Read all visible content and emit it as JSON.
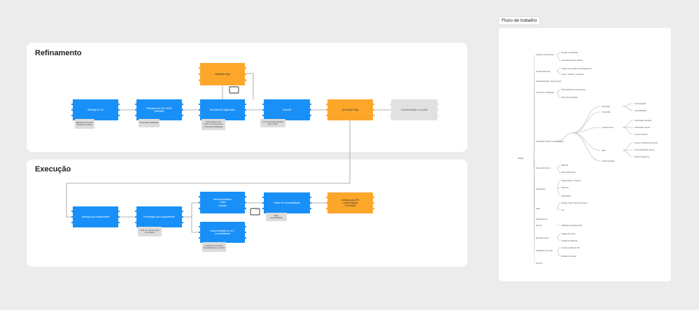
{
  "refinamento": {
    "title": "Refinamento",
    "nodes": {
      "backlog_ds": "Backlog do DS",
      "refinamento_ux": "Refinamento W/T DATA\n(Handoff)",
      "reuniao_diagnostico": "Reunião de Diagnóstico",
      "validacao": "Validação Figu",
      "handoff": "Handoff",
      "aprovacao": "Aprovação Figu",
      "documentacao_portal": "Documentação no portal"
    },
    "notes": {
      "n1": "Backlog de Produto\nBacklog do Dsign",
      "n2": "Priorização Validação",
      "n3": "Atribuição/Acordo\nLista de componentes\nPriorização/Validação",
      "n4": "Documentação Handoff\nFigu + DEV"
    }
  },
  "execucao": {
    "title": "Execução",
    "nodes": {
      "backlog_componentes": "Backlog dos componentes",
      "priorizacao": "Priorização dos componentes",
      "desenvolvimento": "Desenvolvimento\n• Web\n• Mobile",
      "documentacao_ux": "Documentação do UX /\nAcessibilidade",
      "testes": "Testes De Acessibilidade",
      "entrega": "Entrega para RH\n• Homologação\n• Produção"
    },
    "notes": {
      "n1": "Lista de componentes\npriorizados",
      "n2": "Guideline de Acessib.\nAcessibilidade de devsib",
      "n3": "Bugs\nAcessibilidade"
    }
  },
  "fluxo": {
    "label": "Fluxo de trabalho",
    "root": "Etapas",
    "items": [
      "Análise Lean/Kanban",
      "Atender a Roadmap",
      "Levantamento de critérios",
      "Análise Sistemas",
      "Análise da solução de Planejamento",
      "Grupo / Familia / Categoria",
      "Individualização / Decompartir",
      "Princípios / Validação",
      "Priorização de Componentes",
      "Plano de Estratégia",
      "Prioridade (Teste Compartilhado)",
      "Definir categorias",
      "Teste de conteúdo",
      "Desenvolvimento",
      "Melhoria",
      "Desenvolvimento",
      "Diagnóstico",
      "Organização e contexto",
      "Atributos",
      "Atualizados",
      "Rate",
      "Design Tokens Variáveis Figma",
      "Cor",
      "Espaçamento",
      "Fontes",
      "Operação",
      "Conclusão",
      "Componentes",
      "Web",
      "Implementação",
      "Comunicação",
      "Acessibilidade",
      "Validação de Diagnóstico",
      "Revisão do dev",
      "Análise de Sprint",
      "Criação do Backlog",
      "Validação Com Hub",
      "Implementação do DS",
      "Revisão do design",
      "Publicação de Rede",
      "Publicação de Doc",
      "Testes da Rede",
      "Grupos / Mudanças (Sprint)",
      "Teste Estendido Interna",
      "Suporte"
    ]
  }
}
